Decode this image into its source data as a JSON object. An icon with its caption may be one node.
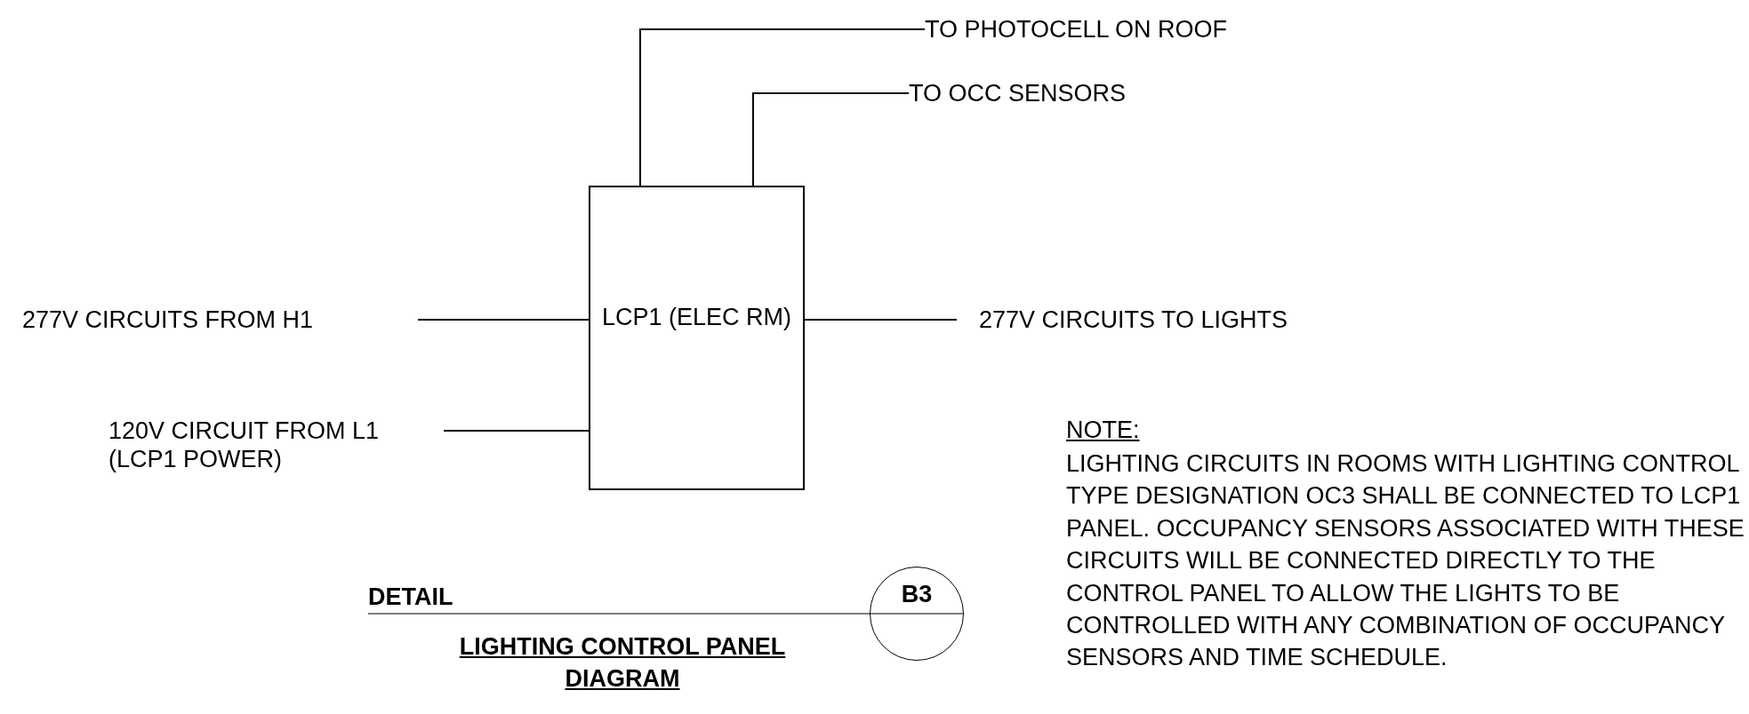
{
  "diagram": {
    "title": "LIGHTING CONTROL PANEL DIAGRAM",
    "nodes": [
      {
        "text": [
          "LCP1 (ELEC RM)"
        ]
      },
      {
        "text": [
          "TO PHOTOCELL ON ROOF"
        ]
      },
      {
        "text": [
          "TO OCC SENSORS"
        ]
      },
      {
        "text": [
          "277V CIRCUITS FROM H1"
        ]
      },
      {
        "text": [
          "277V CIRCUITS TO LIGHTS"
        ]
      },
      {
        "text": [
          "120V CIRCUIT FROM L1 (LCP1 POWER)"
        ]
      },
      {
        "text": [
          "B3"
        ]
      }
    ],
    "edges": [
      {
        "from": 0,
        "to": 1,
        "arrow": "none"
      },
      {
        "from": 0,
        "to": 2,
        "arrow": "none"
      },
      {
        "from": 3,
        "to": 0,
        "arrow": "none"
      },
      {
        "from": 0,
        "to": 4,
        "arrow": "none"
      },
      {
        "from": 5,
        "to": 0,
        "arrow": "none"
      }
    ],
    "labels": [
      "NOTE:",
      "LIGHTING CIRCUITS IN ROOMS WITH LIGHTING CONTROL TYPE DESIGNATION OC3 SHALL BE CONNECTED TO LCP1 PANEL.  OCCUPANCY SENSORS ASSOCIATED WITH THESE CIRCUITS WILL BE CONNECTED DIRECTLY TO THE CONTROL PANEL TO ALLOW THE LIGHTS TO BE CONTROLLED WITH ANY COMBINATION OF OCCUPANCY SENSORS AND TIME SCHEDULE.",
      "DETAIL"
    ]
  }
}
